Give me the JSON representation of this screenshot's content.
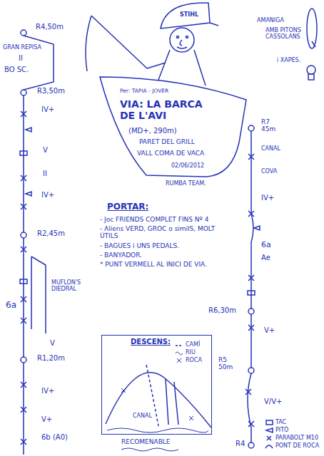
{
  "diagram": {
    "title": "VIA: LA BARCA DE L'AVI",
    "nodes": [
      {
        "text": [
          "Per: TAPIA - JOVER",
          "(MD+, 290m)",
          "PARET DEL GRILL",
          "VALL COMA DE VACA",
          "02/06/2012"
        ]
      },
      {
        "text": [
          "DESCENS:",
          "CANAL"
        ]
      }
    ],
    "labels": [
      "STIHL",
      "AMANIGA",
      "AMB PITONS CASSOLANS",
      "i XAPES.",
      "R4,50m",
      "GRAN REPISA",
      "II",
      "BO SC.",
      "R3,50m",
      "IV+",
      "V",
      "II",
      "IV+",
      "R2,45m",
      "MUFLON'S DIEDRAL",
      "6a",
      "V",
      "R1,20m",
      "IV+",
      "V+",
      "6b (A0)",
      "R7 45m",
      "CANAL",
      "COVA",
      "IV+",
      "6a",
      "Ae",
      "R6,30m",
      "V+",
      "R5 50m",
      "V/V+",
      "R4",
      "RUMBA TEAM.",
      "PORTAR:",
      "- Joc FRIENDS COMPLET FINS Nº 4",
      "- Aliens VERD, GROC o similS, MOLT ÚTILS",
      "- BAGUES i UNS PEDALS.",
      "- BANYADOR.",
      "* PUNT VERMELL AL INICI DE VIA.",
      "RECOMENABLE"
    ],
    "legend": [
      {
        "text": "CAMÍ"
      },
      {
        "text": "RIU"
      },
      {
        "text": "ROCA"
      },
      {
        "text": "TAC"
      },
      {
        "text": "PITÓ"
      },
      {
        "text": "PARABOLT M10"
      },
      {
        "text": "PONT DE ROCA"
      }
    ]
  }
}
